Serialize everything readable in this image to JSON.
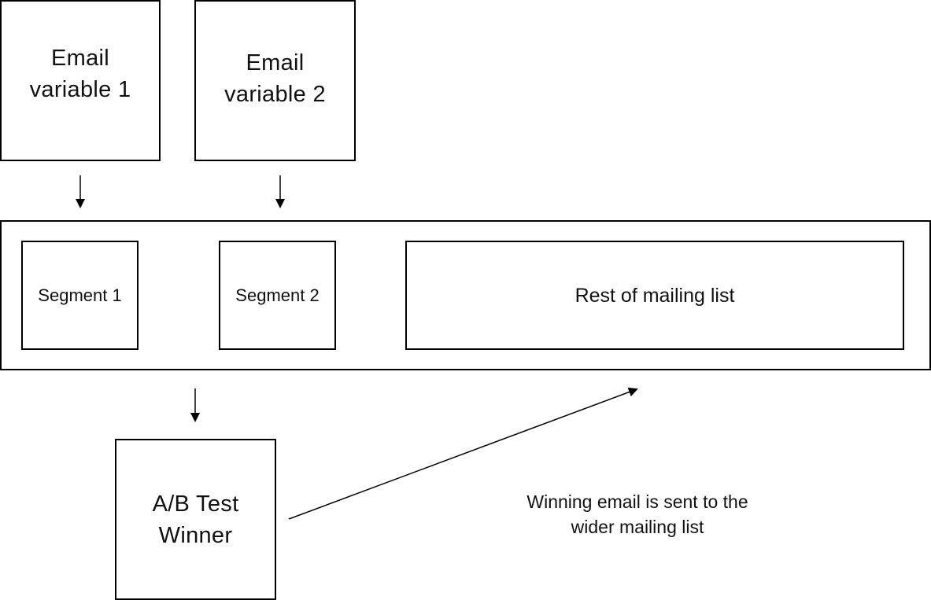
{
  "boxes": {
    "email_variable_1": [
      "Email",
      "variable 1"
    ],
    "email_variable_2": [
      "Email",
      "variable 2"
    ],
    "segment_1": "Segment 1",
    "segment_2": "Segment 2",
    "rest_of_list": "Rest of mailing list",
    "winner": [
      "A/B Test",
      "Winner"
    ]
  },
  "caption": [
    "Winning email is sent to the",
    "wider mailing list"
  ],
  "colors": {
    "stroke": "#000000",
    "background": "#ffffff",
    "text": "#111111"
  }
}
